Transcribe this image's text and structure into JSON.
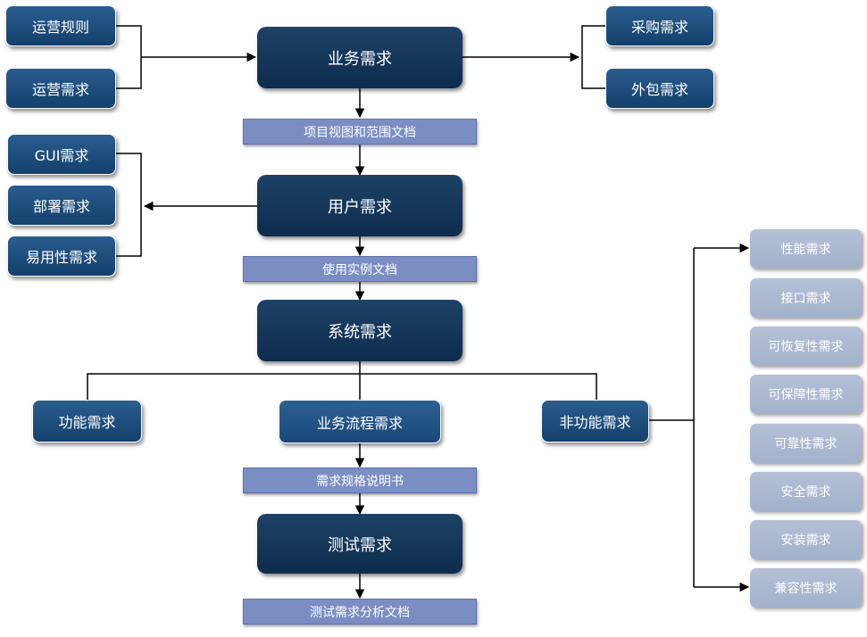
{
  "main_flow": {
    "business": "业务需求",
    "user": "用户需求",
    "system": "系统需求",
    "test": "测试需求"
  },
  "documents": {
    "scope": "项目视图和范围文档",
    "usecase": "使用实例文档",
    "spec": "需求规格说明书",
    "test_analysis": "测试需求分析文档"
  },
  "business_inputs": [
    "运营规则",
    "运营需求"
  ],
  "business_outputs": [
    "采购需求",
    "外包需求"
  ],
  "user_outputs": [
    "GUI需求",
    "部署需求",
    "易用性需求"
  ],
  "system_branches": [
    "功能需求",
    "业务流程需求",
    "非功能需求"
  ],
  "nonfunctional_items": [
    "性能需求",
    "接口需求",
    "可恢复性需求",
    "可保障性需求",
    "可靠性需求",
    "安全需求",
    "安装需求",
    "兼容性需求"
  ],
  "colors": {
    "main_box": "#0e2c4d",
    "side_box": "#14406c",
    "doc_bar": "#7b8ec4",
    "light_box": "#a3b1cb",
    "line": "#000000"
  }
}
